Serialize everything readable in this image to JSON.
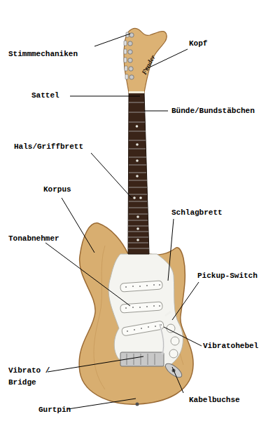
{
  "diagram": {
    "labels": [
      "Stimmmechaniken",
      "Kopf",
      "Sattel",
      "Bünde/Bundstäbchen",
      "Hals/Griffbrett",
      "Korpus",
      "Schlagbrett",
      "Tonabnehmer",
      "Pickup-Switch",
      "Vibratohebel",
      "Vibrato / Bridge",
      "Gurtpin",
      "Kabelbuchse",
      "Fender"
    ]
  }
}
